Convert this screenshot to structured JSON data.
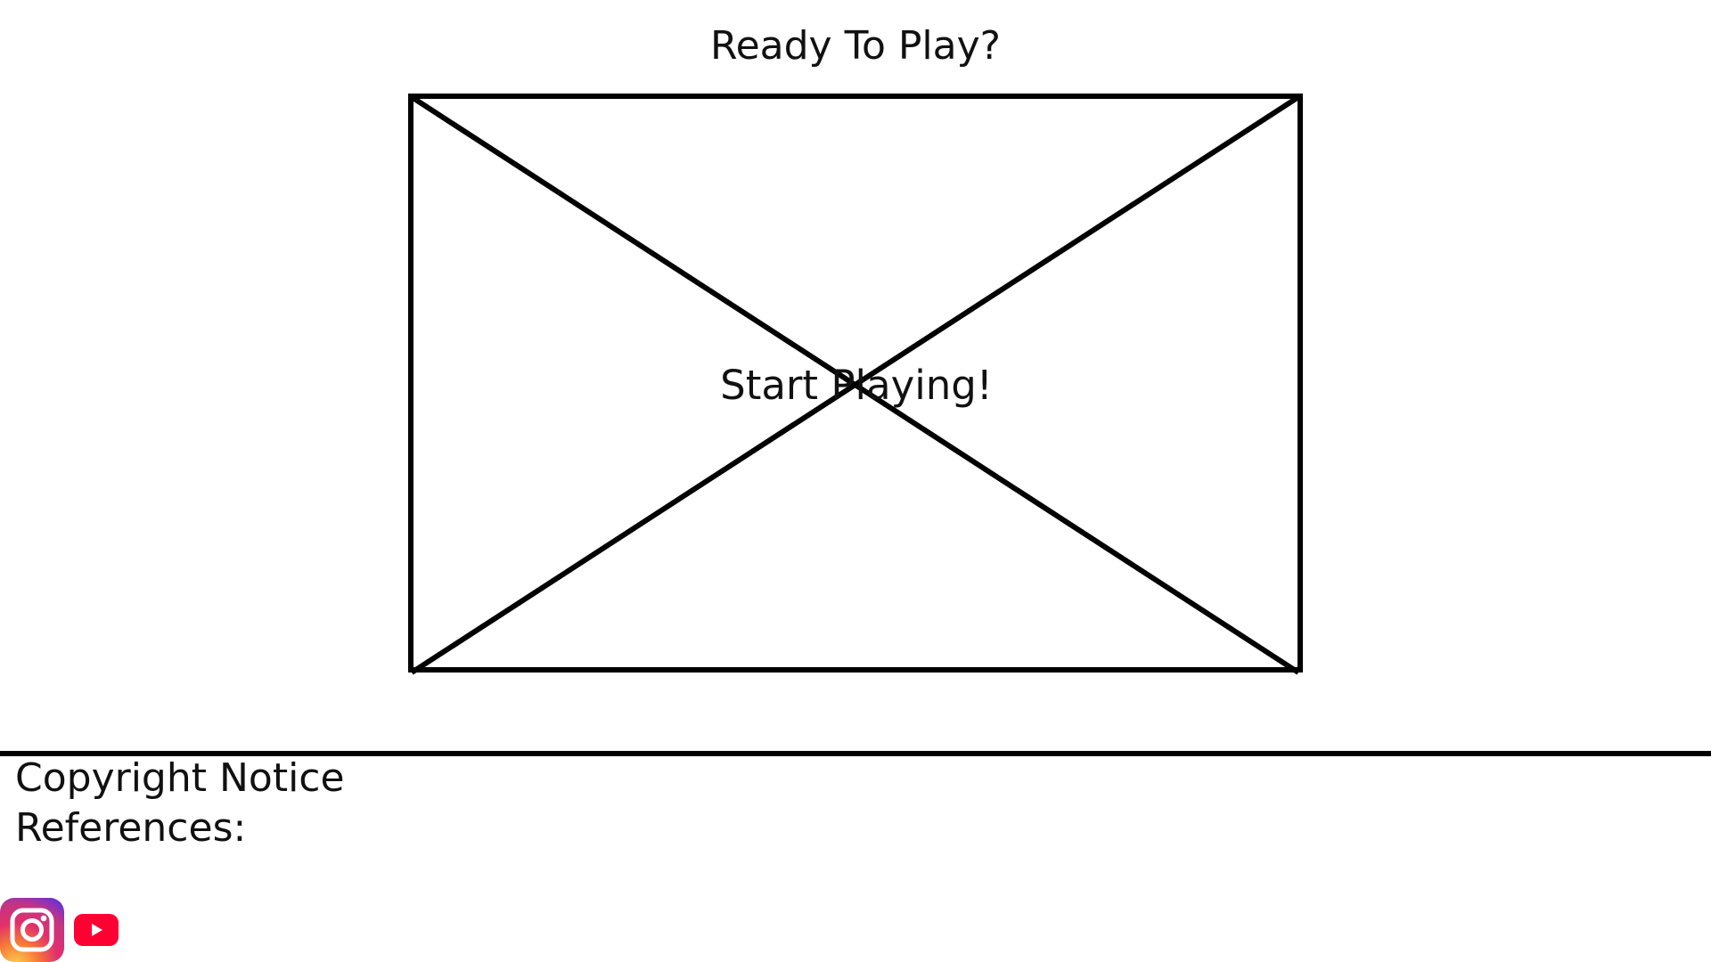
{
  "header": {
    "title": "Ready To Play?"
  },
  "game": {
    "start_label": "Start Playing!",
    "placeholder_icon": "image-placeholder-icon"
  },
  "footer": {
    "copyright": "Copyright Notice",
    "references": "References:",
    "social": [
      {
        "icon": "instagram-icon",
        "colors": [
          "#f9ce34",
          "#ee2a7b",
          "#6228d7"
        ]
      },
      {
        "icon": "youtube-icon",
        "colors": [
          "#ff0033",
          "#ffffff"
        ]
      }
    ]
  },
  "colors": {
    "background": "#ffffff",
    "ink": "#000000"
  }
}
